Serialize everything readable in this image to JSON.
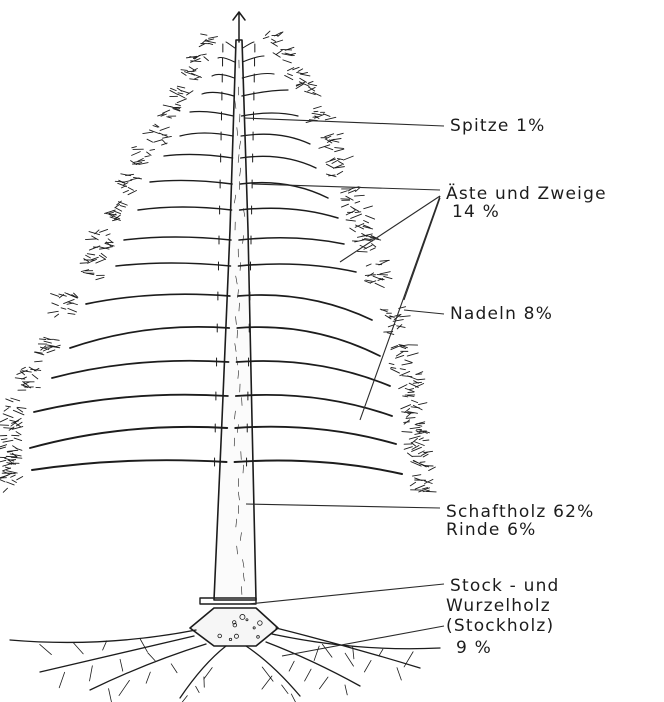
{
  "labels": {
    "spitze": "Spitze  1%",
    "aeste": "Äste und Zweige",
    "aeste_pct": "14 %",
    "nadeln": "Nadeln  8%",
    "schaftholz": "Schaftholz  62%",
    "rinde": "Rinde  6%",
    "stock1": "Stock - und",
    "stock2": "Wurzelholz",
    "stock3": "(Stockholz)",
    "stock_pct": "9 %"
  },
  "colors": {
    "ink": "#1c1c1c",
    "background": "#ffffff"
  }
}
